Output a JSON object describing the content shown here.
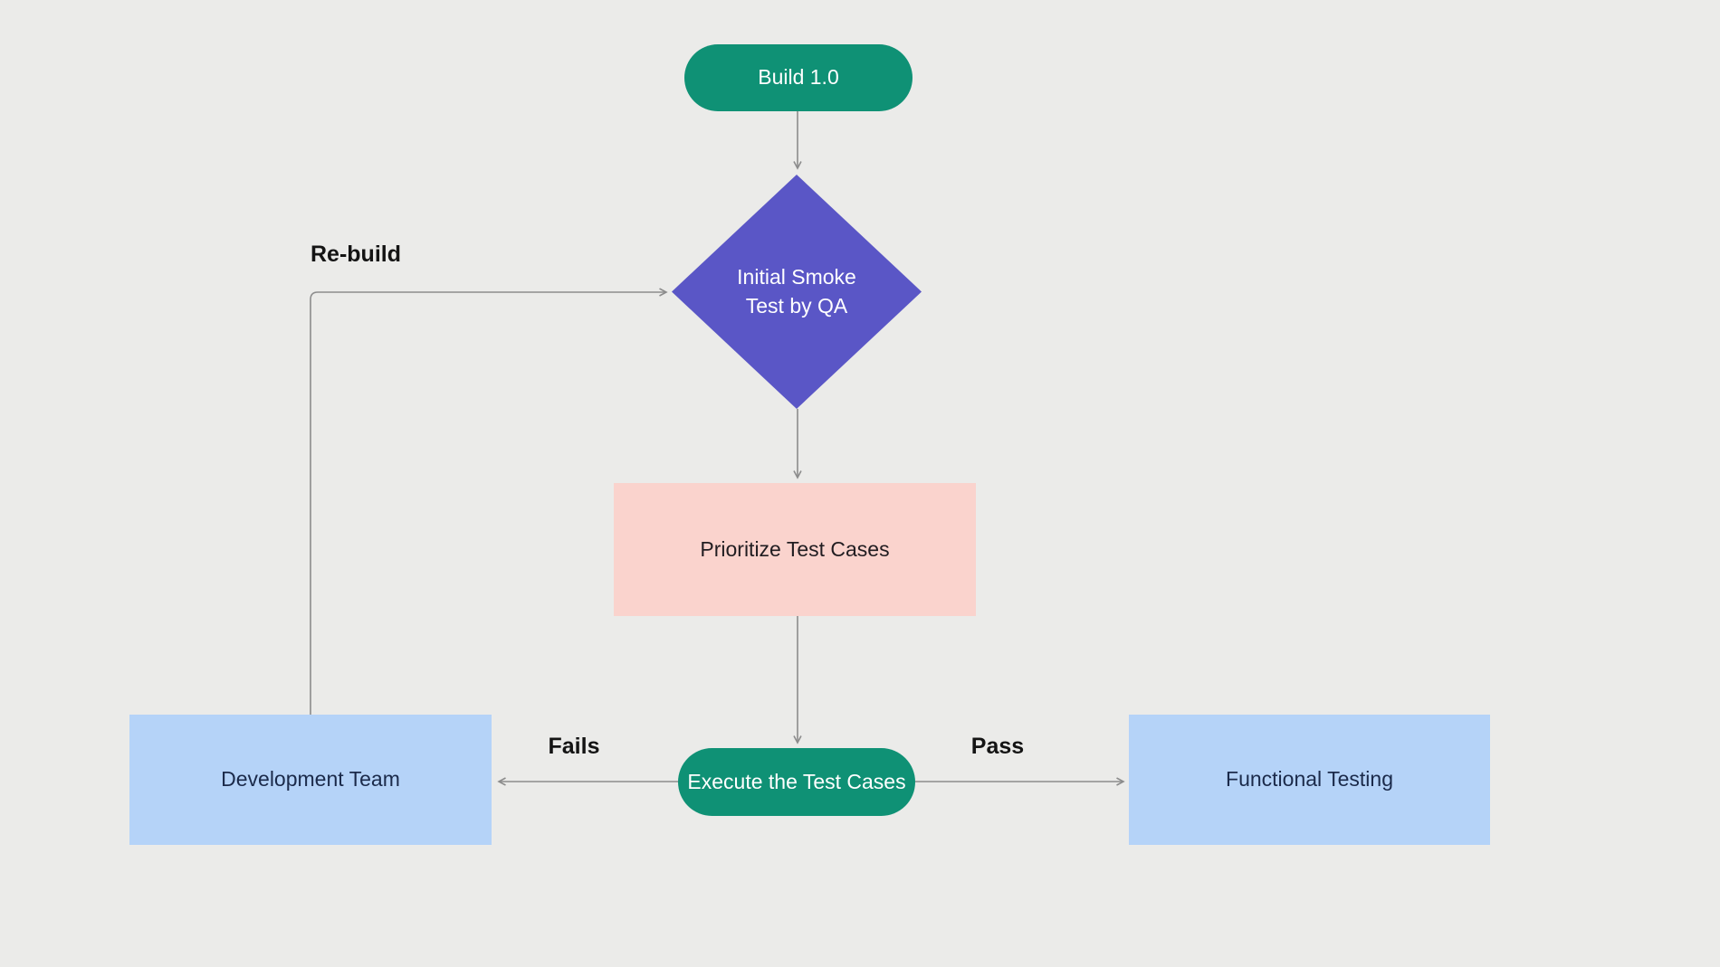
{
  "canvas": {
    "background_color": "#ebebe9",
    "connector_color": "#8c8c8c"
  },
  "nodes": {
    "build": {
      "label": "Build 1.0",
      "shape": "pill",
      "fill": "#0f9175",
      "text_color": "#ffffff"
    },
    "smoke_test": {
      "lines": [
        "Initial Smoke",
        "Test by QA"
      ],
      "shape": "diamond",
      "fill": "#5a56c6",
      "text_color": "#ffffff"
    },
    "prioritize": {
      "label": "Prioritize Test Cases",
      "shape": "rectangle",
      "fill": "#fad3cd",
      "text_color": "#211d21"
    },
    "execute": {
      "label": "Execute the Test Cases",
      "shape": "pill",
      "fill": "#0f9175",
      "text_color": "#ffffff"
    },
    "dev_team": {
      "label": "Development Team",
      "shape": "rectangle",
      "fill": "#b5d3f8",
      "text_color": "#1b2a4a"
    },
    "functional": {
      "label": "Functional Testing",
      "shape": "rectangle",
      "fill": "#b5d3f8",
      "text_color": "#1b2a4a"
    }
  },
  "edges": [
    {
      "from": "build",
      "to": "smoke_test",
      "label": ""
    },
    {
      "from": "smoke_test",
      "to": "prioritize",
      "label": ""
    },
    {
      "from": "prioritize",
      "to": "execute",
      "label": ""
    },
    {
      "from": "execute",
      "to": "dev_team",
      "label": "Fails"
    },
    {
      "from": "execute",
      "to": "functional",
      "label": "Pass"
    },
    {
      "from": "dev_team",
      "to": "smoke_test",
      "label": "Re-build"
    }
  ]
}
